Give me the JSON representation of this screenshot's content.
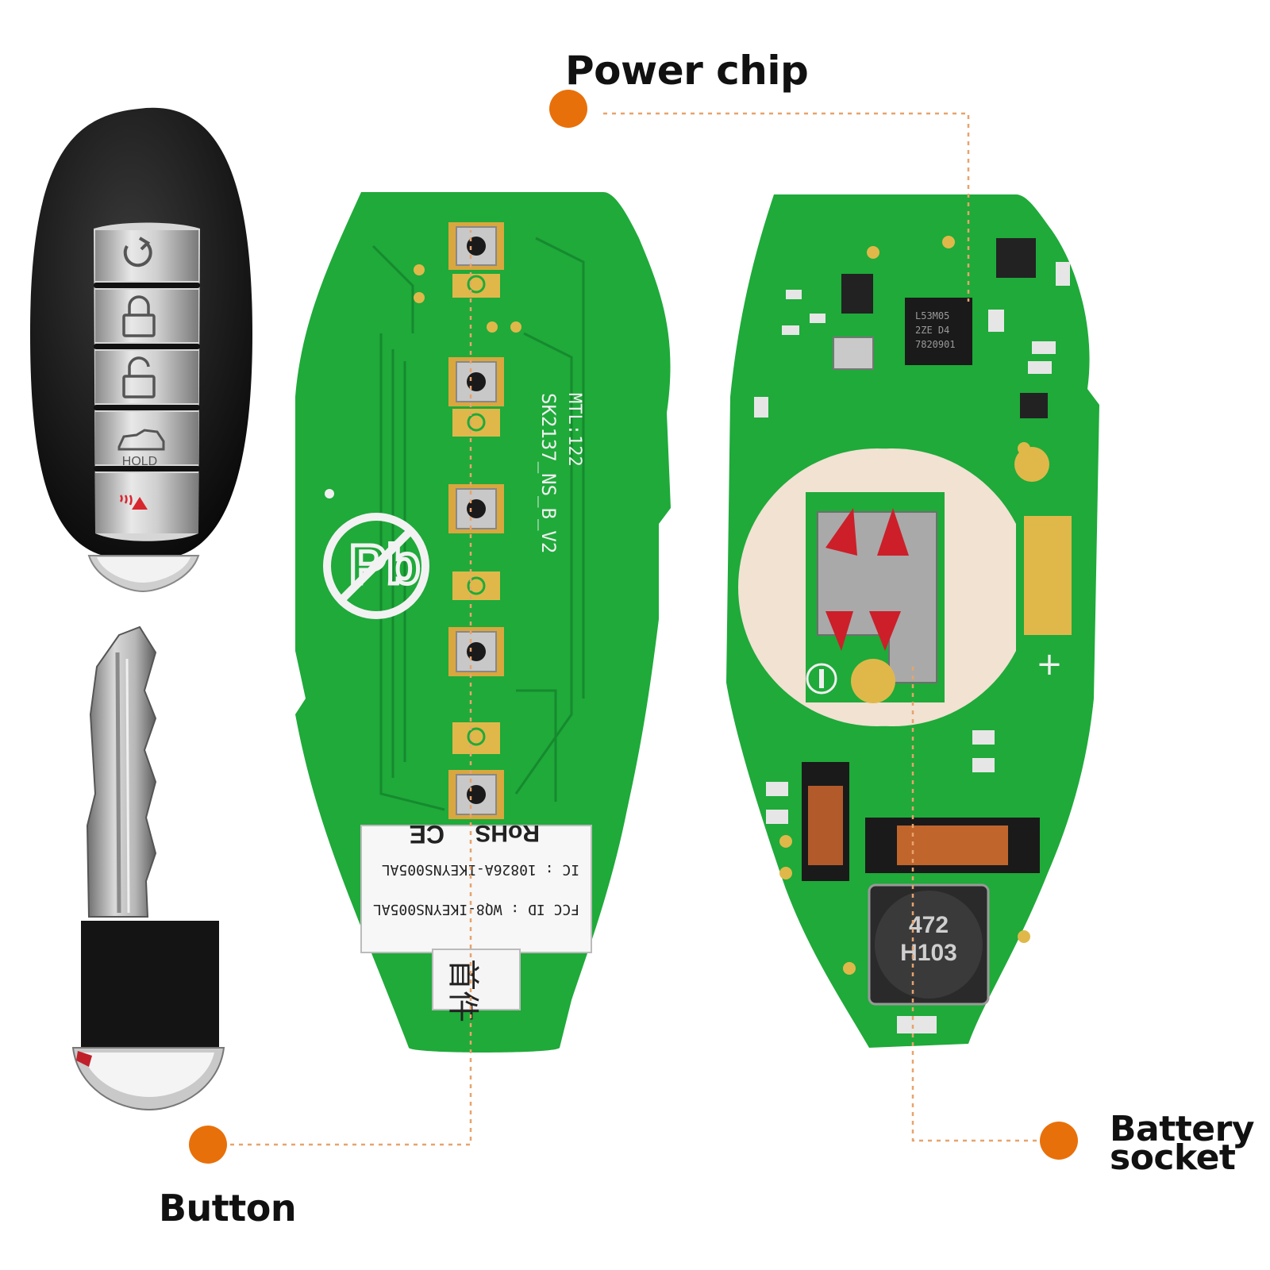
{
  "callouts": {
    "power_chip": "Power chip",
    "button": "Button",
    "battery_line1": "Battery",
    "battery_line2": "socket"
  },
  "fob": {
    "button_labels": {
      "trunk": "",
      "hold": "HOLD"
    }
  },
  "pcb_front": {
    "silkscreen_model": "SK2137_NS_B_V2",
    "silkscreen_mtl": "MTL:122",
    "label_rohs": "RoHS",
    "label_ce": "CE",
    "label_ic": "IC : 10826A-IKEYNS005AL",
    "label_fcc": "FCC ID : WQ8-IKEYNS005AL",
    "sticker": "首件"
  },
  "pcb_back": {
    "chip_text": [
      "L53M05",
      "2ZE D4",
      "7820901"
    ],
    "inductor_text": [
      "472",
      "H103"
    ],
    "plus_marker": "+"
  },
  "colors": {
    "callout_dot": "#e8700a",
    "pcb_green": "#1faa3a",
    "pcb_dark": "#138a2c",
    "pad_gold": "#e0b84a"
  }
}
